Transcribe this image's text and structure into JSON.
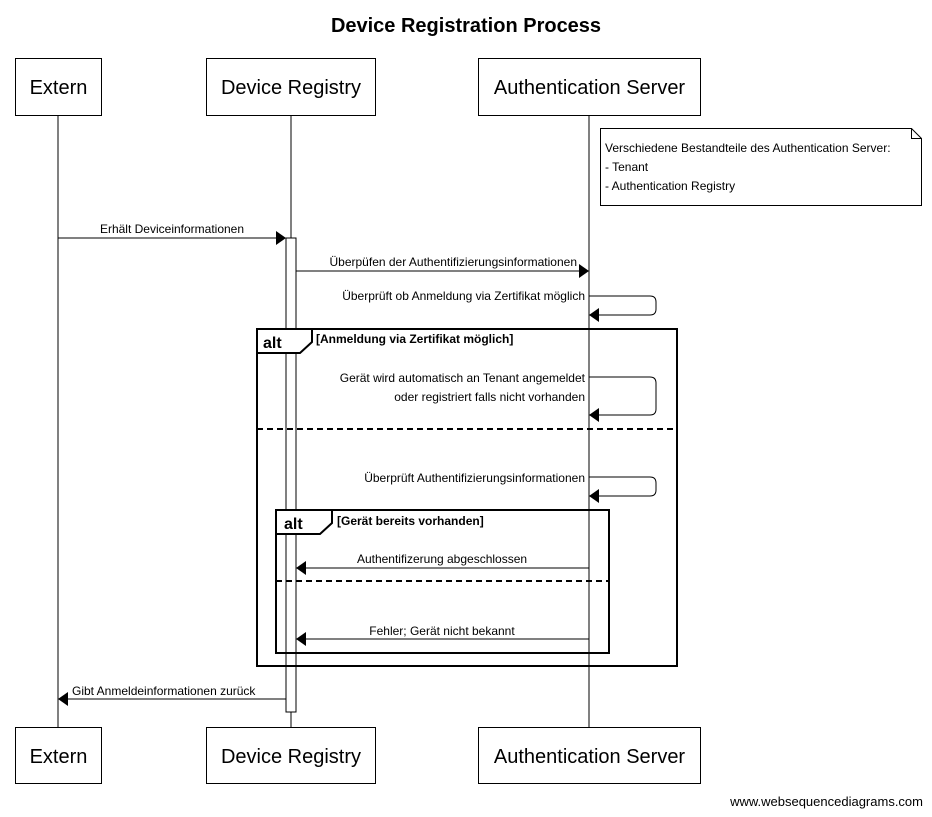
{
  "title": "Device Registration Process",
  "participants": [
    "Extern",
    "Device Registry",
    "Authentication Server"
  ],
  "note": {
    "lines": [
      "Verschiedene Bestandteile des Authentication Server:",
      "- Tenant",
      "- Authentication Registry"
    ]
  },
  "messages": [
    {
      "from": "Extern",
      "to": "Device Registry",
      "text": "Erhält Deviceinformationen"
    },
    {
      "from": "Device Registry",
      "to": "Authentication Server",
      "text": "Überpüfen der Authentifizierungsinformationen"
    },
    {
      "from": "Authentication Server",
      "to": "Authentication Server",
      "text": "Überprüft ob Anmeldung via Zertifikat möglich"
    },
    {
      "from": "Authentication Server",
      "to": "Authentication Server",
      "text": [
        "Gerät wird automatisch an Tenant angemeldet",
        "oder registriert falls nicht vorhanden"
      ]
    },
    {
      "from": "Authentication Server",
      "to": "Authentication Server",
      "text": "Überprüft Authentifizierungsinformationen"
    },
    {
      "from": "Authentication Server",
      "to": "Device Registry",
      "text": "Authentifizerung abgeschlossen"
    },
    {
      "from": "Authentication Server",
      "to": "Device Registry",
      "text": "Fehler; Gerät nicht bekannt"
    },
    {
      "from": "Device Registry",
      "to": "Extern",
      "text": "Gibt Anmeldeinformationen zurück"
    }
  ],
  "fragments": [
    {
      "kind": "alt",
      "condition": "[Anmeldung via Zertifikat möglich]"
    },
    {
      "kind": "alt",
      "condition": "[Gerät bereits vorhanden]"
    }
  ],
  "watermark": "www.websequencediagrams.com"
}
